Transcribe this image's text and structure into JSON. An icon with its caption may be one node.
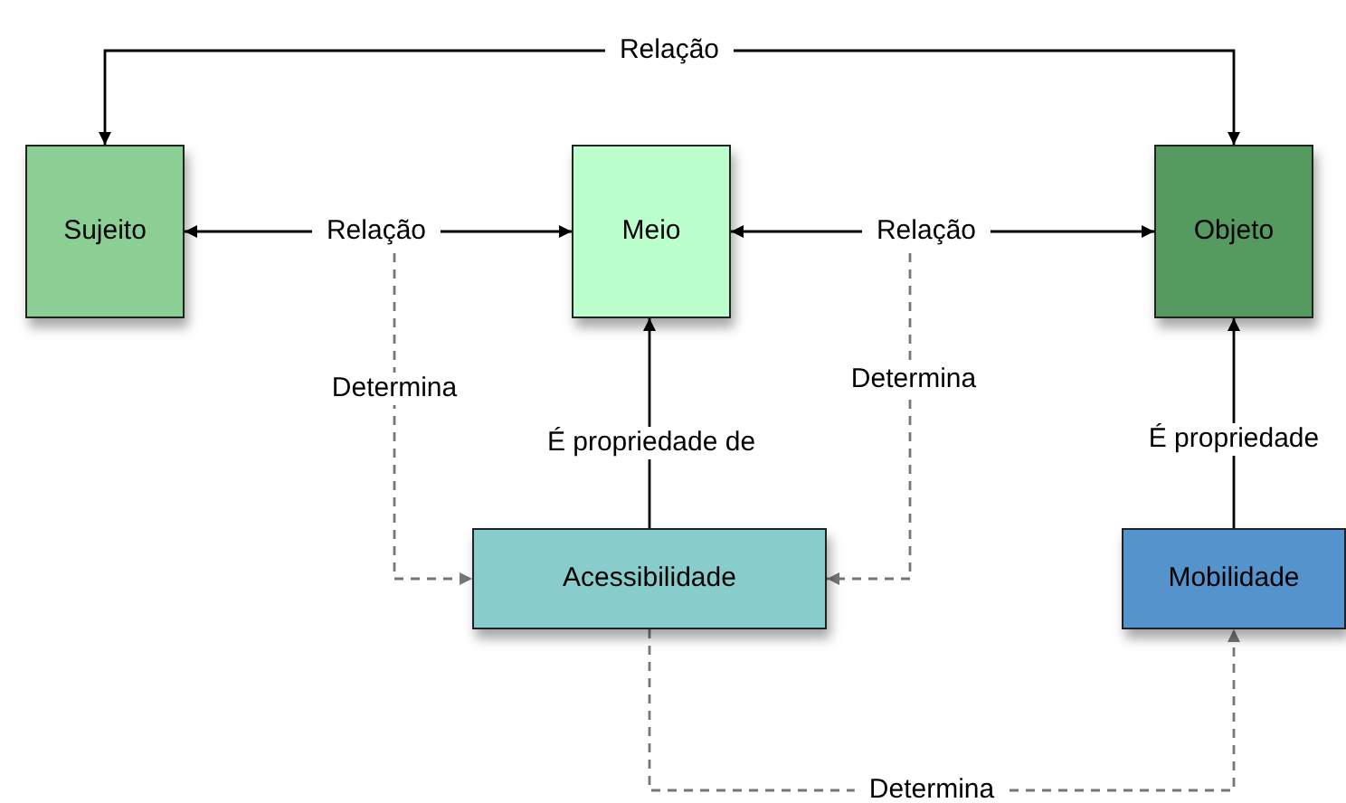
{
  "diagram": {
    "nodes": [
      {
        "text": [
          "Sujeito"
        ]
      },
      {
        "text": [
          "Meio"
        ]
      },
      {
        "text": [
          "Objeto"
        ]
      },
      {
        "text": [
          "Acessibilidade"
        ]
      },
      {
        "text": [
          "Mobilidade"
        ]
      }
    ],
    "edges": [
      {
        "from": 0,
        "to": 2,
        "arrow": "both",
        "label": "Relação"
      },
      {
        "from": 0,
        "to": 1,
        "arrow": "both",
        "label": "Relação"
      },
      {
        "from": 1,
        "to": 2,
        "arrow": "both",
        "label": "Relação"
      },
      {
        "from": null,
        "to": 3,
        "arrow": "to",
        "label": "Determina",
        "style": "dashed",
        "color": "#777777"
      },
      {
        "from": null,
        "to": 3,
        "arrow": "to",
        "label": "Determina",
        "style": "dashed",
        "color": "#777777"
      },
      {
        "from": 3,
        "to": 1,
        "arrow": "to",
        "label": "É propriedade de"
      },
      {
        "from": 4,
        "to": 2,
        "arrow": "to",
        "label": "É propriedade"
      },
      {
        "from": 3,
        "to": 4,
        "arrow": "to",
        "label": "Determina",
        "style": "dashed",
        "color": "#777777"
      }
    ]
  }
}
